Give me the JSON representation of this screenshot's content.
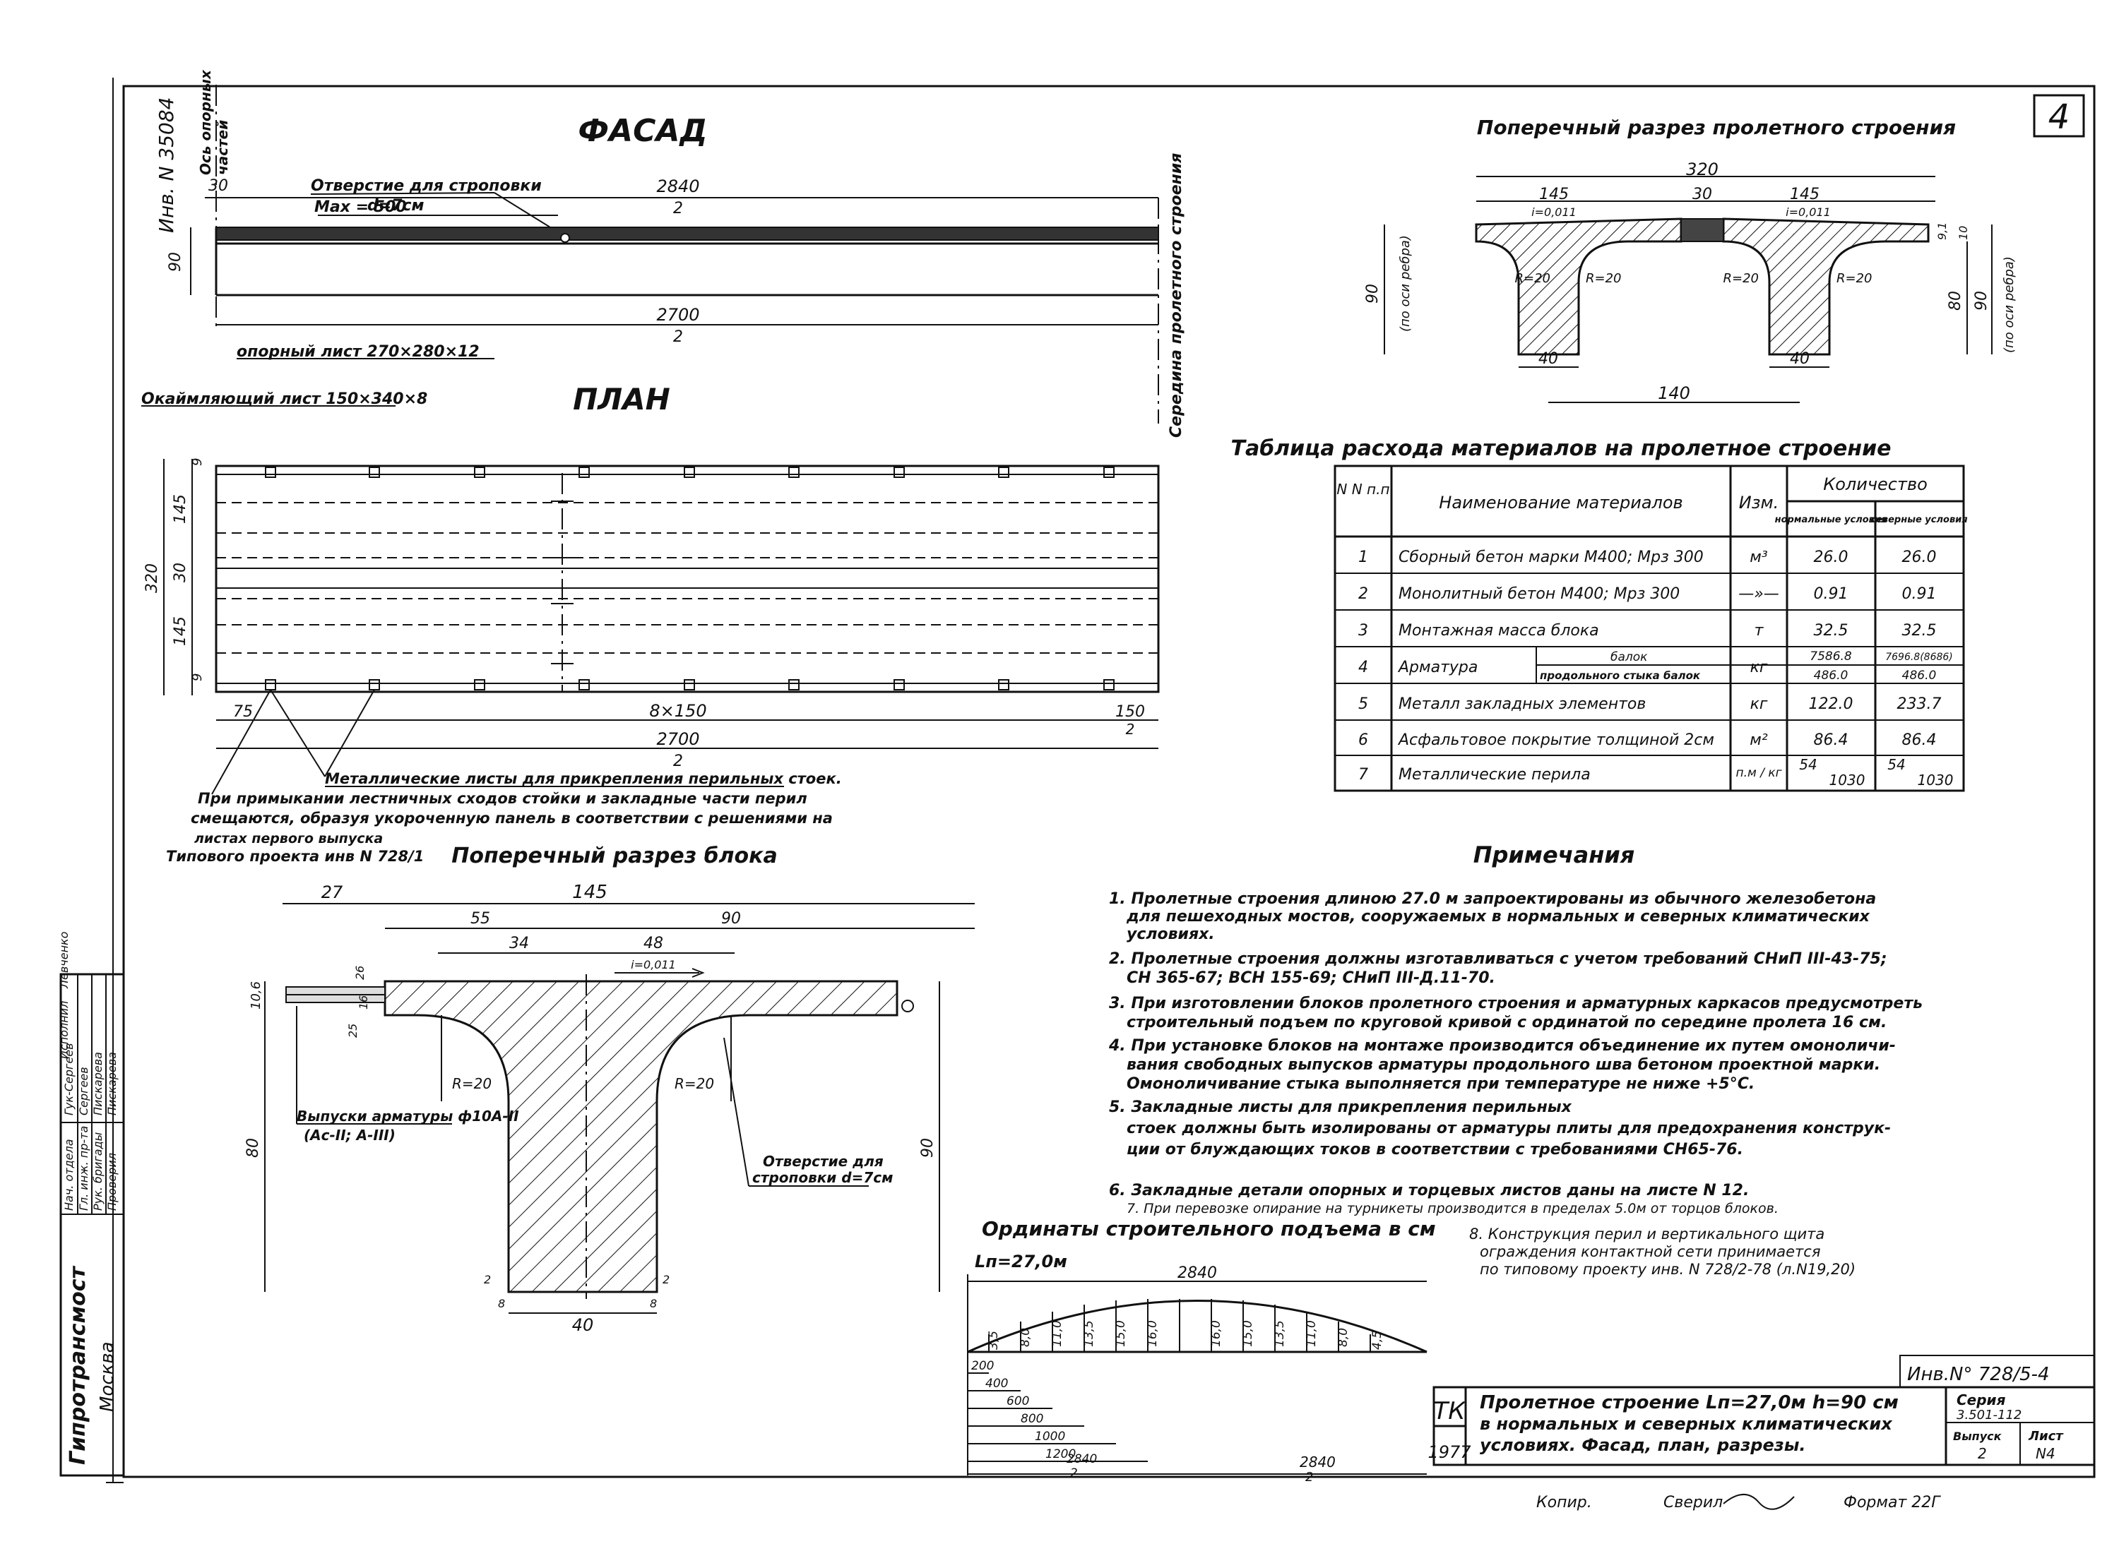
{
  "sheet_number": "4",
  "inventory_vertical": "Инв. N 35084",
  "facade": {
    "title": "ФАСАД",
    "axis_label_1": "Ось опорных",
    "axis_label_2": "частей",
    "hole_label_1": "Отверстие для строповки",
    "hole_label_2": "d=7см",
    "max_label": "Max = 500",
    "dim_30": "30",
    "dim_2840": "2840",
    "dim_2840_div": "2",
    "dim_2700": "2700",
    "dim_2700_div": "2",
    "dim_90": "90",
    "support_sheet": "опорный лист 270×280×12",
    "cover_sheet": "Окаймляющий лист 150×340×8",
    "midspan_label": "Середина пролетного строения"
  },
  "plan": {
    "title": "ПЛАН",
    "dim_145_top": "145",
    "dim_30": "30",
    "dim_145_bottom": "145",
    "dim_320": "320",
    "dim_9_top": "9",
    "dim_9_bottom": "9",
    "dim_75": "75",
    "dim_8x150": "8×150",
    "dim_150": "150",
    "dim_150_div": "2",
    "dim_2700": "2700",
    "dim_2700_div": "2",
    "metal_sheets_note": "Металлические листы для прикрепления перильных стоек.",
    "footnote_1": "При примыкании лестничных сходов стойки и закладные части перил",
    "footnote_2": "смещаются, образуя укороченную панель в соответствии с решениями на",
    "footnote_3": "листах первого выпуска",
    "footnote_4": "Типового проекта инв N 728/1"
  },
  "span_section": {
    "title": "Поперечный разрез пролетного строения",
    "dim_320": "320",
    "dim_145_left": "145",
    "dim_30": "30",
    "dim_145_right": "145",
    "slope_left": "i=0,011",
    "slope_right": "i=0,011",
    "r_labels": [
      "R=20",
      "R=20",
      "R=20",
      "R=20"
    ],
    "dim_40_left": "40",
    "dim_40_right": "40",
    "dim_140": "140",
    "dim_90_left": "90",
    "rib_note_left": "(по оси ребра)",
    "dim_80": "80",
    "dim_90_right": "90",
    "rib_note_right": "(по оси ребра)",
    "dim_9_1": "9,1",
    "dim_10": "10"
  },
  "materials_table": {
    "title": "Таблица расхода материалов на пролетное строение",
    "header_num": "N N п.п",
    "header_name": "Наименование материалов",
    "header_unit": "Изм.",
    "header_qty": "Количество",
    "header_normal": "нормальные условия",
    "header_north": "северные условия",
    "rows": [
      {
        "n": "1",
        "name": "Сборный бетон марки М400; Мрз 300",
        "unit": "м³",
        "normal": "26.0",
        "north": "26.0"
      },
      {
        "n": "2",
        "name": "Монолитный бетон М400; Мрз 300",
        "unit": "—»—",
        "normal": "0.91",
        "north": "0.91"
      },
      {
        "n": "3",
        "name": "Монтажная масса блока",
        "unit": "т",
        "normal": "32.5",
        "north": "32.5"
      },
      {
        "n": "4",
        "name": "Арматура",
        "sub1": "балок",
        "sub2": "продольного стыка балок",
        "unit": "кг",
        "normal": "7586.8",
        "normal2": "486.0",
        "north": "7696.8(8686)",
        "north2": "486.0"
      },
      {
        "n": "5",
        "name": "Металл закладных элементов",
        "unit": "кг",
        "normal": "122.0",
        "north": "233.7"
      },
      {
        "n": "6",
        "name": "Асфальтовое покрытие толщиной 2см",
        "unit": "м²",
        "normal": "86.4",
        "north": "86.4"
      },
      {
        "n": "7",
        "name": "Металлические перила",
        "unit": "п.м / кг",
        "normal": "54",
        "normal2": "1030",
        "north": "54",
        "north2": "1030"
      }
    ]
  },
  "block_section": {
    "title": "Поперечный разрез блока",
    "dim_27": "27",
    "dim_145": "145",
    "dim_55": "55",
    "dim_90_top": "90",
    "dim_34": "34",
    "dim_48": "48",
    "slope": "i=0,011",
    "dim_10_6": "10,6",
    "dim_26": "26",
    "dim_25": "25",
    "dim_16": "16",
    "r_left": "R=20",
    "r_right": "R=20",
    "rebar_1": "Выпуски арматуры ф10А-II",
    "rebar_2": "(Ас-II; А-III)",
    "dim_80": "80",
    "dim_90_right": "90",
    "hole_1": "Отверстие для",
    "hole_2": "строповки d=7см",
    "dim_2_left": "2",
    "dim_2_right": "2",
    "dim_8_left": "8",
    "dim_8_right": "8",
    "dim_40": "40"
  },
  "notes": {
    "title": "Примечания",
    "lines": [
      "1. Пролетные строения длиною 27.0 м запроектированы из обычного железобетона",
      "для пешеходных мостов, сооружаемых в нормальных и северных климатических",
      "условиях.",
      "2. Пролетные строения должны изготавливаться с учетом требований СНиП III-43-75;",
      "СН 365-67; ВСН 155-69; СНиП III-Д.11-70.",
      "3. При изготовлении блоков пролетного строения и арматурных каркасов предусмотреть",
      "строительный подъем по круговой кривой с ординатой по середине пролета 16 см.",
      "4. При установке блоков на монтаже производится объединение их путем омоноличи-",
      "вания свободных выпусков арматуры продольного шва бетоном проектной марки.",
      "Омоноличивание стыка выполняется при температуре не ниже +5°С.",
      "5.                     Закладные листы для прикрепления перильных",
      "стоек должны быть изолированы от арматуры плиты для предохранения конструк-",
      "ции от блуждающих токов в соответствии с требованиями СН65-76.",
      "6. Закладные детали опорных и торцевых листов даны на листе N 12.",
      "7. При перевозке опирание на турникеты производится в пределах 5.0м от торцов блоков.",
      "8. Конструкция перил и вертикального щита",
      "ограждения контактной сети принимается",
      "по типовому проекту инв. N 728/2-78 (л.N19,20)"
    ]
  },
  "camber": {
    "title": "Ординаты строительного подъема в см",
    "span": "Lп=27,0м",
    "dim_2840_top": "2840",
    "ordinates": [
      "3,5",
      "8,0",
      "11,0",
      "13,5",
      "15,0",
      "16,0",
      "16,0",
      "15,0",
      "13,5",
      "11,0",
      "8,0",
      "4,5"
    ],
    "stations": [
      "200",
      "400",
      "600",
      "800",
      "1000",
      "1200"
    ],
    "dim_2840_half": "2840",
    "dim_2840_half_div": "2",
    "dim_2840_left": "2840",
    "dim_2840_left_div": "2"
  },
  "title_block": {
    "inventory": "Инв.N° 728/5-4",
    "tk": "ТК",
    "year": "1977",
    "title_1": "Пролетное строение Lп=27,0м h=90 см",
    "title_2": "в нормальных и северных климатических",
    "title_3": "условиях. Фасад, план, разрезы.",
    "series_label": "Серия",
    "series_value": "3.501-112",
    "issue_label": "Выпуск",
    "issue_value": "2",
    "sheet_label": "Лист",
    "sheet_value": "N4",
    "copy_label": "Копир.",
    "checked_label": "Сверил",
    "format_label": "Формат 22Г",
    "org": "Гипротрансмост",
    "city": "Москва",
    "staff": [
      {
        "role": "Нач. отдела",
        "name": "Гук-Сергеев"
      },
      {
        "role": "Гл. инж. пр-та",
        "name": "Сергеев"
      },
      {
        "role": "Рук. бригады",
        "name": "Пискарева"
      },
      {
        "role": "Проверил",
        "name": "Пискарева"
      },
      {
        "role": "Исполнил",
        "name": "Левченко"
      }
    ]
  }
}
